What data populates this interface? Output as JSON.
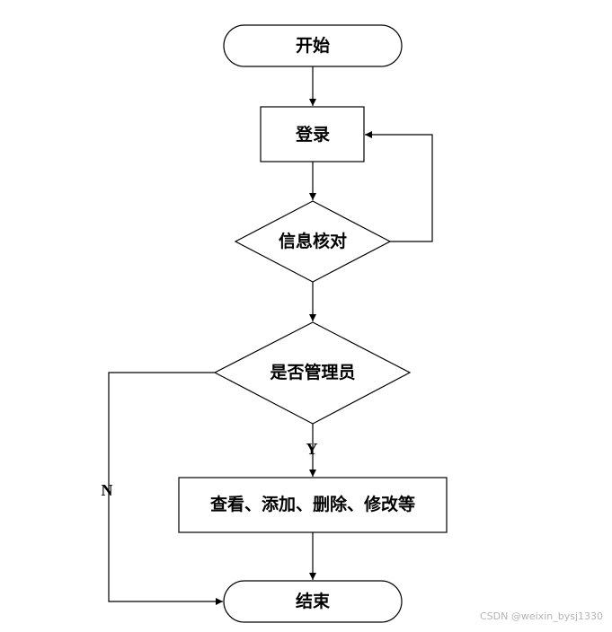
{
  "flowchart": {
    "nodes": {
      "start": "开始",
      "login": "登录",
      "verify": "信息核对",
      "is_admin": "是否管理员",
      "operations": "查看、添加、删除、修改等",
      "end": "结束"
    },
    "edges": {
      "yes_label": "Y",
      "no_label": "N"
    }
  },
  "watermark": "CSDN @weixin_bysj1330"
}
